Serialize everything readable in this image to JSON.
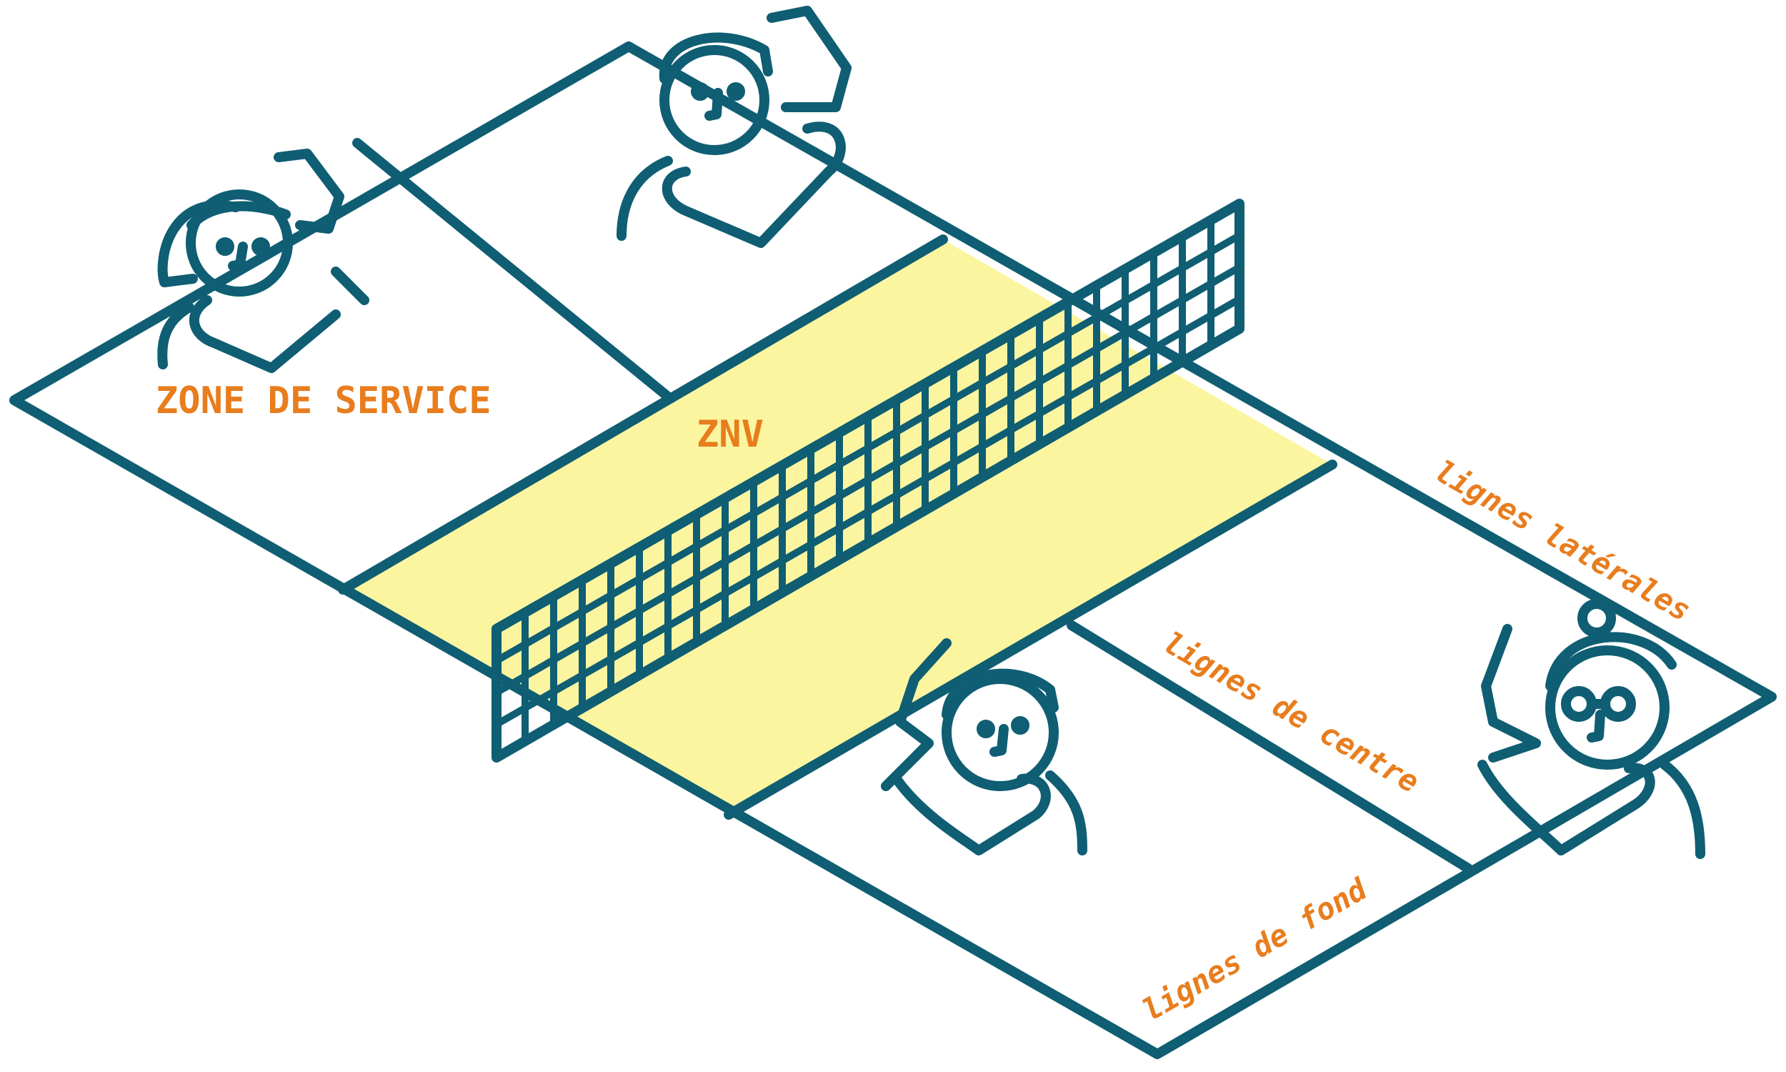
{
  "labels": {
    "serve_zone": "ZONE DE SERVICE",
    "nvz": "ZNV",
    "side_lines": "lignes latérales",
    "center_lines": "lignes de centre",
    "base_lines": "lignes de fond"
  },
  "colors": {
    "line": "#0f5e73",
    "nvz_fill": "#fbf5a0",
    "label": "#e87d1e",
    "background": "#ffffff"
  },
  "figures": [
    "player-woman-top-left",
    "player-man-top-right",
    "player-man-bottom-center",
    "player-woman-bottom-right"
  ],
  "net_icon": "grid-net-icon"
}
